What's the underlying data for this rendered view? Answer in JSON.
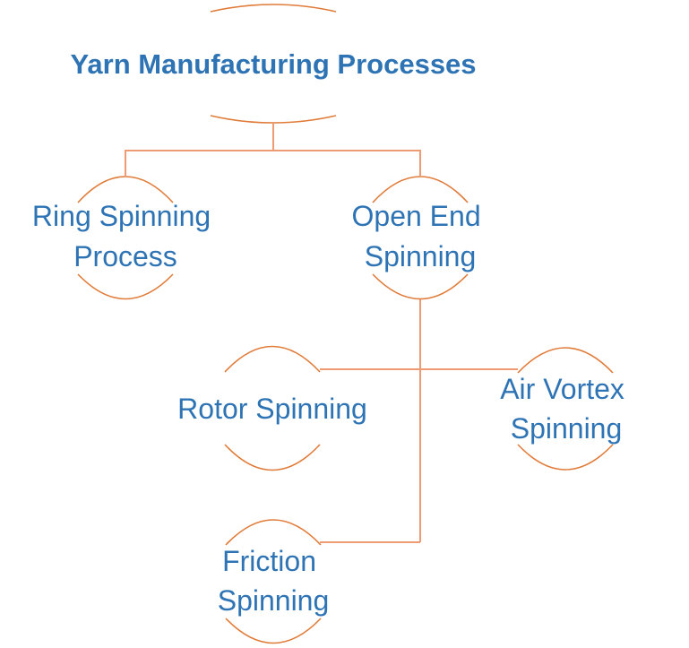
{
  "diagram": {
    "title": "Yarn Manufacturing Processes",
    "nodes": {
      "ring": [
        "Ring Spinning",
        "Process"
      ],
      "open_end": [
        "Open End",
        "Spinning"
      ],
      "rotor": [
        "Rotor Spinning"
      ],
      "air_vortex": [
        "Air Vortex",
        "Spinning"
      ],
      "friction": [
        "Friction",
        "Spinning"
      ]
    },
    "colors": {
      "text": "#2e74b5",
      "node_outline": "#e07b39",
      "connector": "#ee9a72"
    }
  }
}
